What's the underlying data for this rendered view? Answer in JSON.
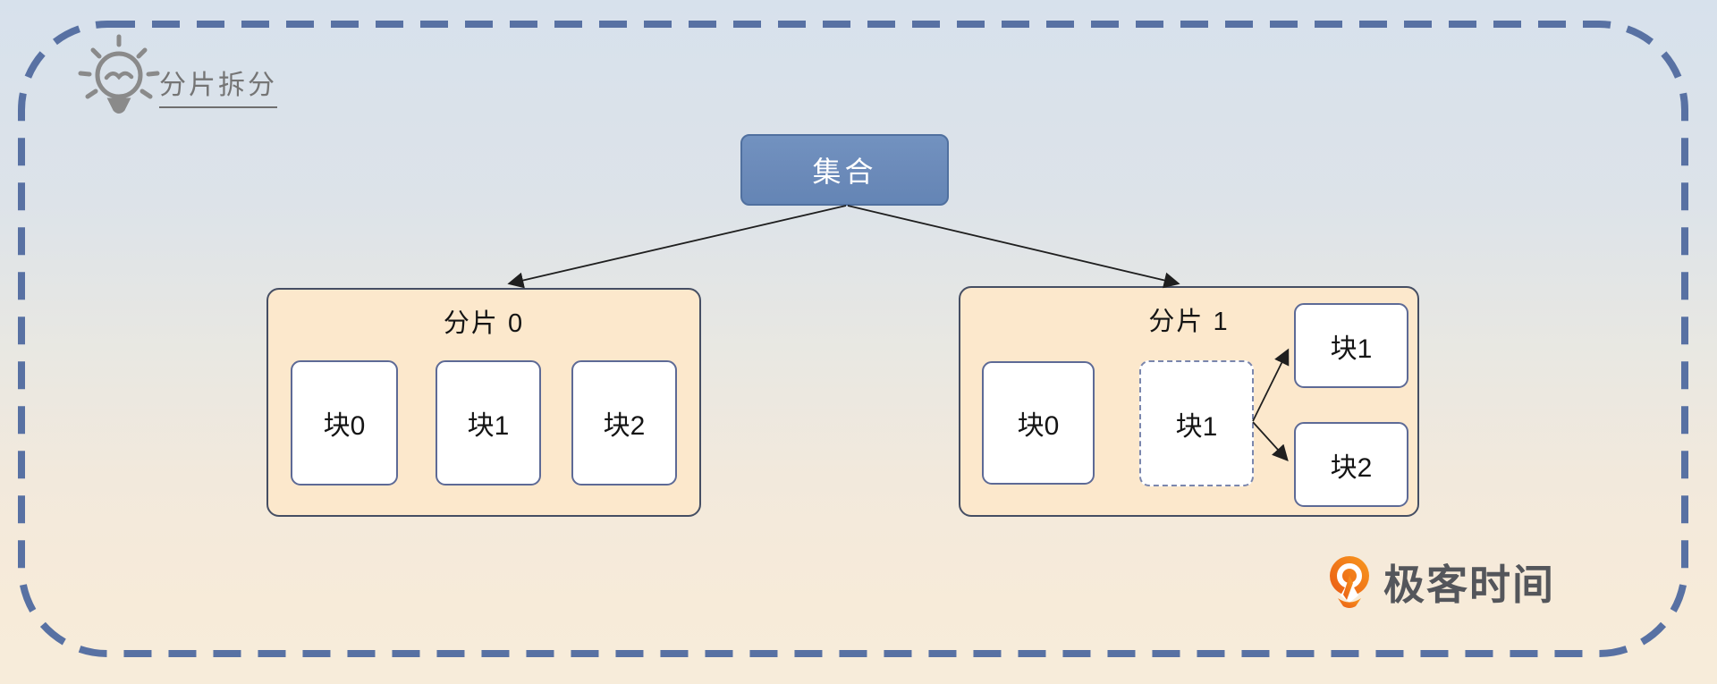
{
  "header": {
    "icon": "lightbulb-icon",
    "label": "分片拆分"
  },
  "diagram": {
    "collection": {
      "label": "集合"
    },
    "shard0": {
      "title": "分片 0",
      "blocks": [
        "块0",
        "块1",
        "块2"
      ]
    },
    "shard1": {
      "title": "分片 1",
      "block0": "块0",
      "dashed_block": "块1",
      "split_blocks": [
        "块1",
        "块2"
      ]
    }
  },
  "branding": {
    "logo_icon": "geektime-logo-icon",
    "logo_text": "极客时间"
  },
  "colors": {
    "frame_dash": "#5871a3",
    "background_top": "#d7e1ec",
    "background_bottom": "#f7ecda",
    "collection_fill": "#6b8ab9",
    "collection_border": "#50709f",
    "collection_text": "#ffffff",
    "shard_fill": "#fce8cc",
    "shard_border": "#454e63",
    "block_border": "#5d6a96",
    "arrow": "#1f1f1f",
    "header_text": "#757575",
    "logo_orange": "#f26f21",
    "logo_text_color": "#54565b"
  }
}
